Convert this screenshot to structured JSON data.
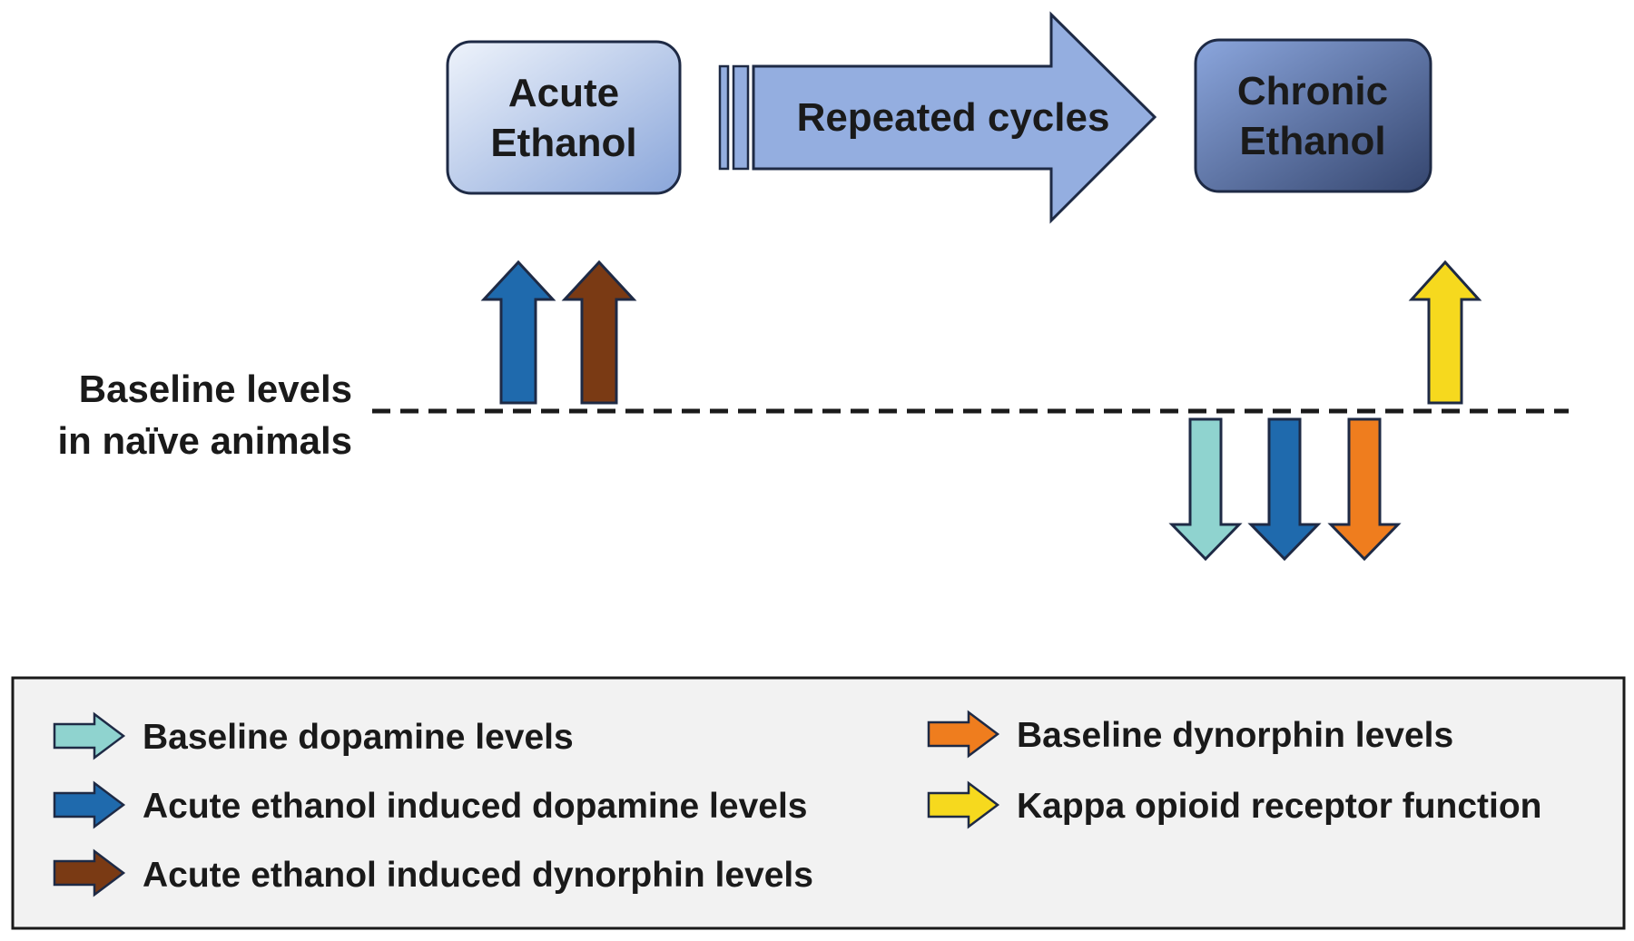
{
  "states": {
    "acute": {
      "line1": "Acute",
      "line2": "Ethanol"
    },
    "transition": {
      "label": "Repeated cycles"
    },
    "chronic": {
      "line1": "Chronic",
      "line2": "Ethanol"
    }
  },
  "baseline": {
    "line1": "Baseline levels",
    "line2": "in naïve animals"
  },
  "colors": {
    "baseline_dopamine": "#8fd3cf",
    "acute_dopamine": "#1f6aad",
    "acute_dynorphin": "#7a3a14",
    "baseline_dynorphin": "#ef7d1e",
    "kappa_function": "#f6d91e",
    "box_acute_light": "#e6edf8",
    "box_acute_dark": "#97b0de",
    "box_chronic_light": "#7e9ad3",
    "box_chronic_dark": "#3c4f7c",
    "transition_arrow": "#94aee0",
    "legend_bg": "#f2f2f2"
  },
  "arrows": {
    "acute": [
      {
        "direction": "up",
        "color_key": "acute_dopamine"
      },
      {
        "direction": "up",
        "color_key": "acute_dynorphin"
      }
    ],
    "chronic": [
      {
        "direction": "down",
        "color_key": "baseline_dopamine"
      },
      {
        "direction": "down",
        "color_key": "acute_dopamine"
      },
      {
        "direction": "down",
        "color_key": "baseline_dynorphin"
      },
      {
        "direction": "up",
        "color_key": "kappa_function"
      }
    ]
  },
  "legend": {
    "items": [
      {
        "label": "Baseline dopamine levels",
        "color_key": "baseline_dopamine"
      },
      {
        "label": "Acute ethanol induced dopamine levels",
        "color_key": "acute_dopamine"
      },
      {
        "label": "Acute ethanol induced dynorphin levels",
        "color_key": "acute_dynorphin"
      },
      {
        "label": "Baseline dynorphin levels",
        "color_key": "baseline_dynorphin"
      },
      {
        "label": "Kappa opioid receptor function",
        "color_key": "kappa_function"
      }
    ]
  }
}
